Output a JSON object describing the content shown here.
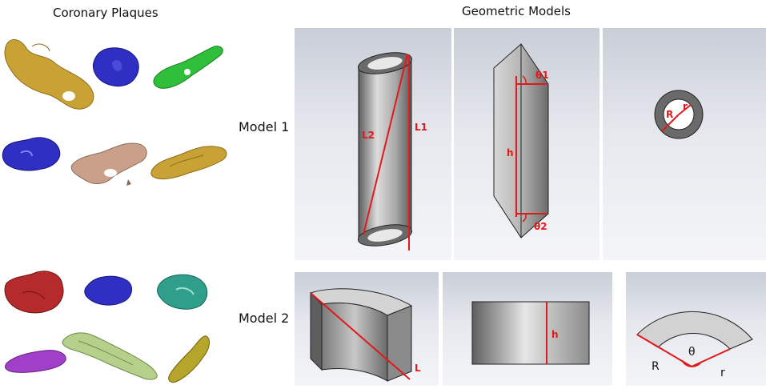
{
  "headers": {
    "coronary_plaques": "Coronary Plaques",
    "geometric_models": "Geometric Models"
  },
  "model_labels": {
    "model1": "Model 1",
    "model2": "Model 2"
  },
  "annotations": {
    "m1_side": {
      "l1": "L1",
      "l2": "L2"
    },
    "m1_front": {
      "h": "h",
      "theta1": "θ1",
      "theta2": "θ2"
    },
    "m1_section": {
      "R": "R",
      "r": "r"
    },
    "m2_iso": {
      "L": "L"
    },
    "m2_front": {
      "h": "h"
    },
    "m2_section": {
      "R": "R",
      "r": "r",
      "theta": "θ"
    }
  },
  "colors": {
    "annotation_red": "#e0191b",
    "plaque_gold": "#c9a236",
    "plaque_blue": "#2f2fc4",
    "plaque_green": "#2fbf3a",
    "plaque_pink": "#c9a08a",
    "plaque_red": "#b52a2a",
    "plaque_teal": "#2f9e8a",
    "plaque_purple": "#a040c8",
    "plaque_lightgreen": "#b4d08a",
    "plaque_olive": "#b5a52a"
  }
}
